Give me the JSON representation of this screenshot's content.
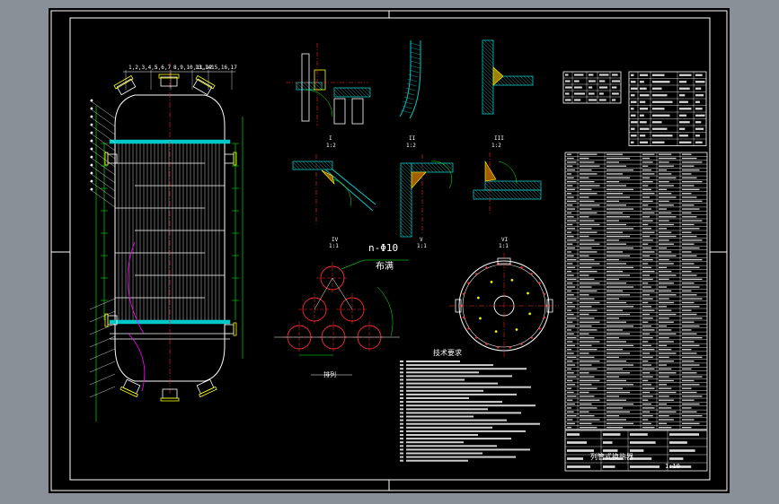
{
  "colors": {
    "viewport": "#8a9098",
    "paper": "#000000",
    "frame": "#ffffff",
    "line": "#ffffff",
    "dimension": "#00ff00",
    "center": "#ff2a2a",
    "hatch": "#00c8c8",
    "yellow": "#ffff00",
    "magenta": "#ff00ff"
  },
  "drawing": {
    "hole_label": "n-Φ10",
    "hole_note": "布满",
    "tech_title": "技术要求",
    "title_block_name": "列管式换热器",
    "sections": [
      {
        "id": "sec-1",
        "top": "I",
        "bottom": "1:2"
      },
      {
        "id": "sec-2",
        "top": "II",
        "bottom": "1:2"
      },
      {
        "id": "sec-3",
        "top": "III",
        "bottom": "1:2"
      },
      {
        "id": "sec-4",
        "top": "IV",
        "bottom": "1:1"
      },
      {
        "id": "sec-5",
        "top": "V",
        "bottom": "1:1"
      },
      {
        "id": "sec-6",
        "top": "VI",
        "bottom": "1:1"
      }
    ],
    "top_dims": [
      "1,2,3,4,5",
      "5,6,7",
      "8,9,10,11,12",
      "13,14",
      "15,16,17"
    ],
    "pitch_note": "排列",
    "scale_note": "1:10"
  }
}
